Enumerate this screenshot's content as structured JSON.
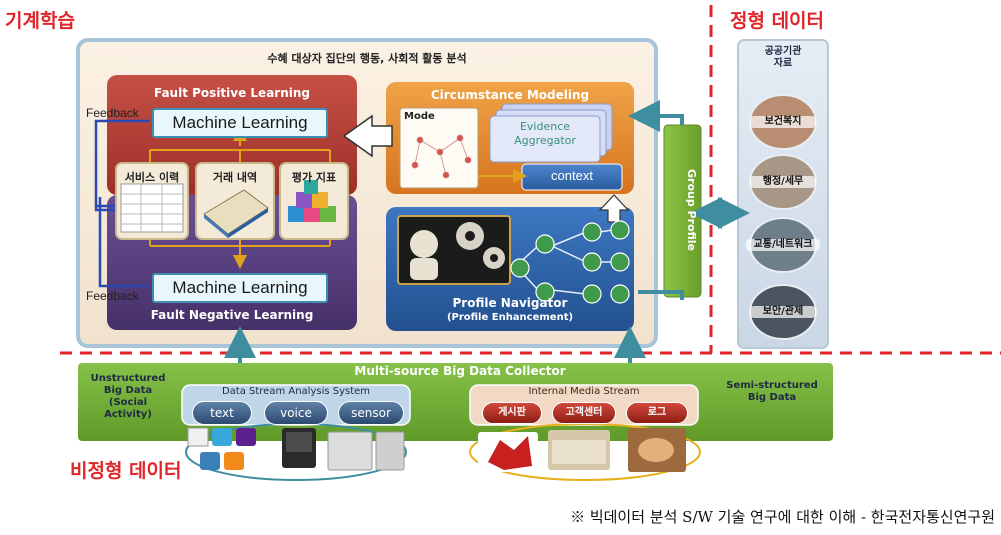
{
  "sections": {
    "machine_learning": "기계학습",
    "structured_data": "정형 데이터",
    "unstructured_data": "비정형 데이터"
  },
  "analysis_title": "수혜 대상자 집단의 행동, 사회적 활동 분석",
  "fault_positive": {
    "title": "Fault Positive Learning",
    "ml": "Machine Learning",
    "feedback": "Feedback"
  },
  "fault_negative": {
    "title": "Fault Negative Learning",
    "ml": "Machine Learning",
    "feedback": "Feedback"
  },
  "inputs": {
    "service_history": "서비스 이력",
    "transactions": "거래 내역",
    "evaluation": "평가 지표"
  },
  "circumstance": {
    "title": "Circumstance Modeling",
    "mode": "Mode",
    "evidence": "Evidence\nAggregator",
    "context": "context"
  },
  "profile_navigator": {
    "title": "Profile Navigator",
    "subtitle": "(Profile Enhancement)"
  },
  "group_profile": "Group Profile",
  "public_data": {
    "title": "공공기관\n자료",
    "items": [
      "보건복지",
      "행정/세무",
      "교통/네트워크",
      "보안/관제"
    ]
  },
  "collector": {
    "title": "Multi-source Big Data Collector",
    "unstructured": "Unstructured\nBig Data\n(Social\nActivity)",
    "semi_structured": "Semi-structured\nBig Data",
    "stream_system": "Data Stream Analysis System",
    "stream_items": [
      "text",
      "voice",
      "sensor"
    ],
    "media_stream": "Internal Media Stream",
    "media_items": [
      "게시판",
      "고객센터",
      "로그"
    ]
  },
  "caption": "※ 빅데이터 분석 S/W 기술 연구에 대한 이해 - 한국전자통신연구원",
  "colors": {
    "accent_red": "#e0252a",
    "fault_positive": "#b8443c",
    "fault_negative": "#5a3f7f",
    "circumstance": "#e58a2e",
    "navigator": "#2f62a8",
    "group_profile": "#7ab03a",
    "collector": "#6ea52c"
  }
}
